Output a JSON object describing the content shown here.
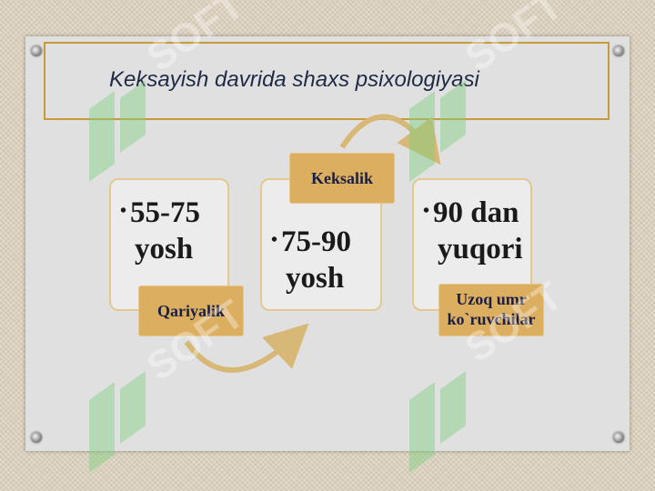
{
  "title": "Keksayish davrida shaxs psixologiyasi",
  "bullet": "•",
  "stages": [
    {
      "range_line1": "55-75",
      "range_line2": "yosh",
      "label": "Qariyalik"
    },
    {
      "range_line1": "75-90",
      "range_line2": "yosh",
      "label": "Keksalik"
    },
    {
      "range_line1": "90 dan",
      "range_line2": "yuqori",
      "label_line1": "Uzoq umr",
      "label_line2": "ko`ruvchilar"
    }
  ],
  "colors": {
    "card_border": "#e2c98f",
    "label_fill": "#dcae5f",
    "title_border": "#c89b3a",
    "arrow": "#d8b877"
  },
  "watermark_text": "SOFT"
}
